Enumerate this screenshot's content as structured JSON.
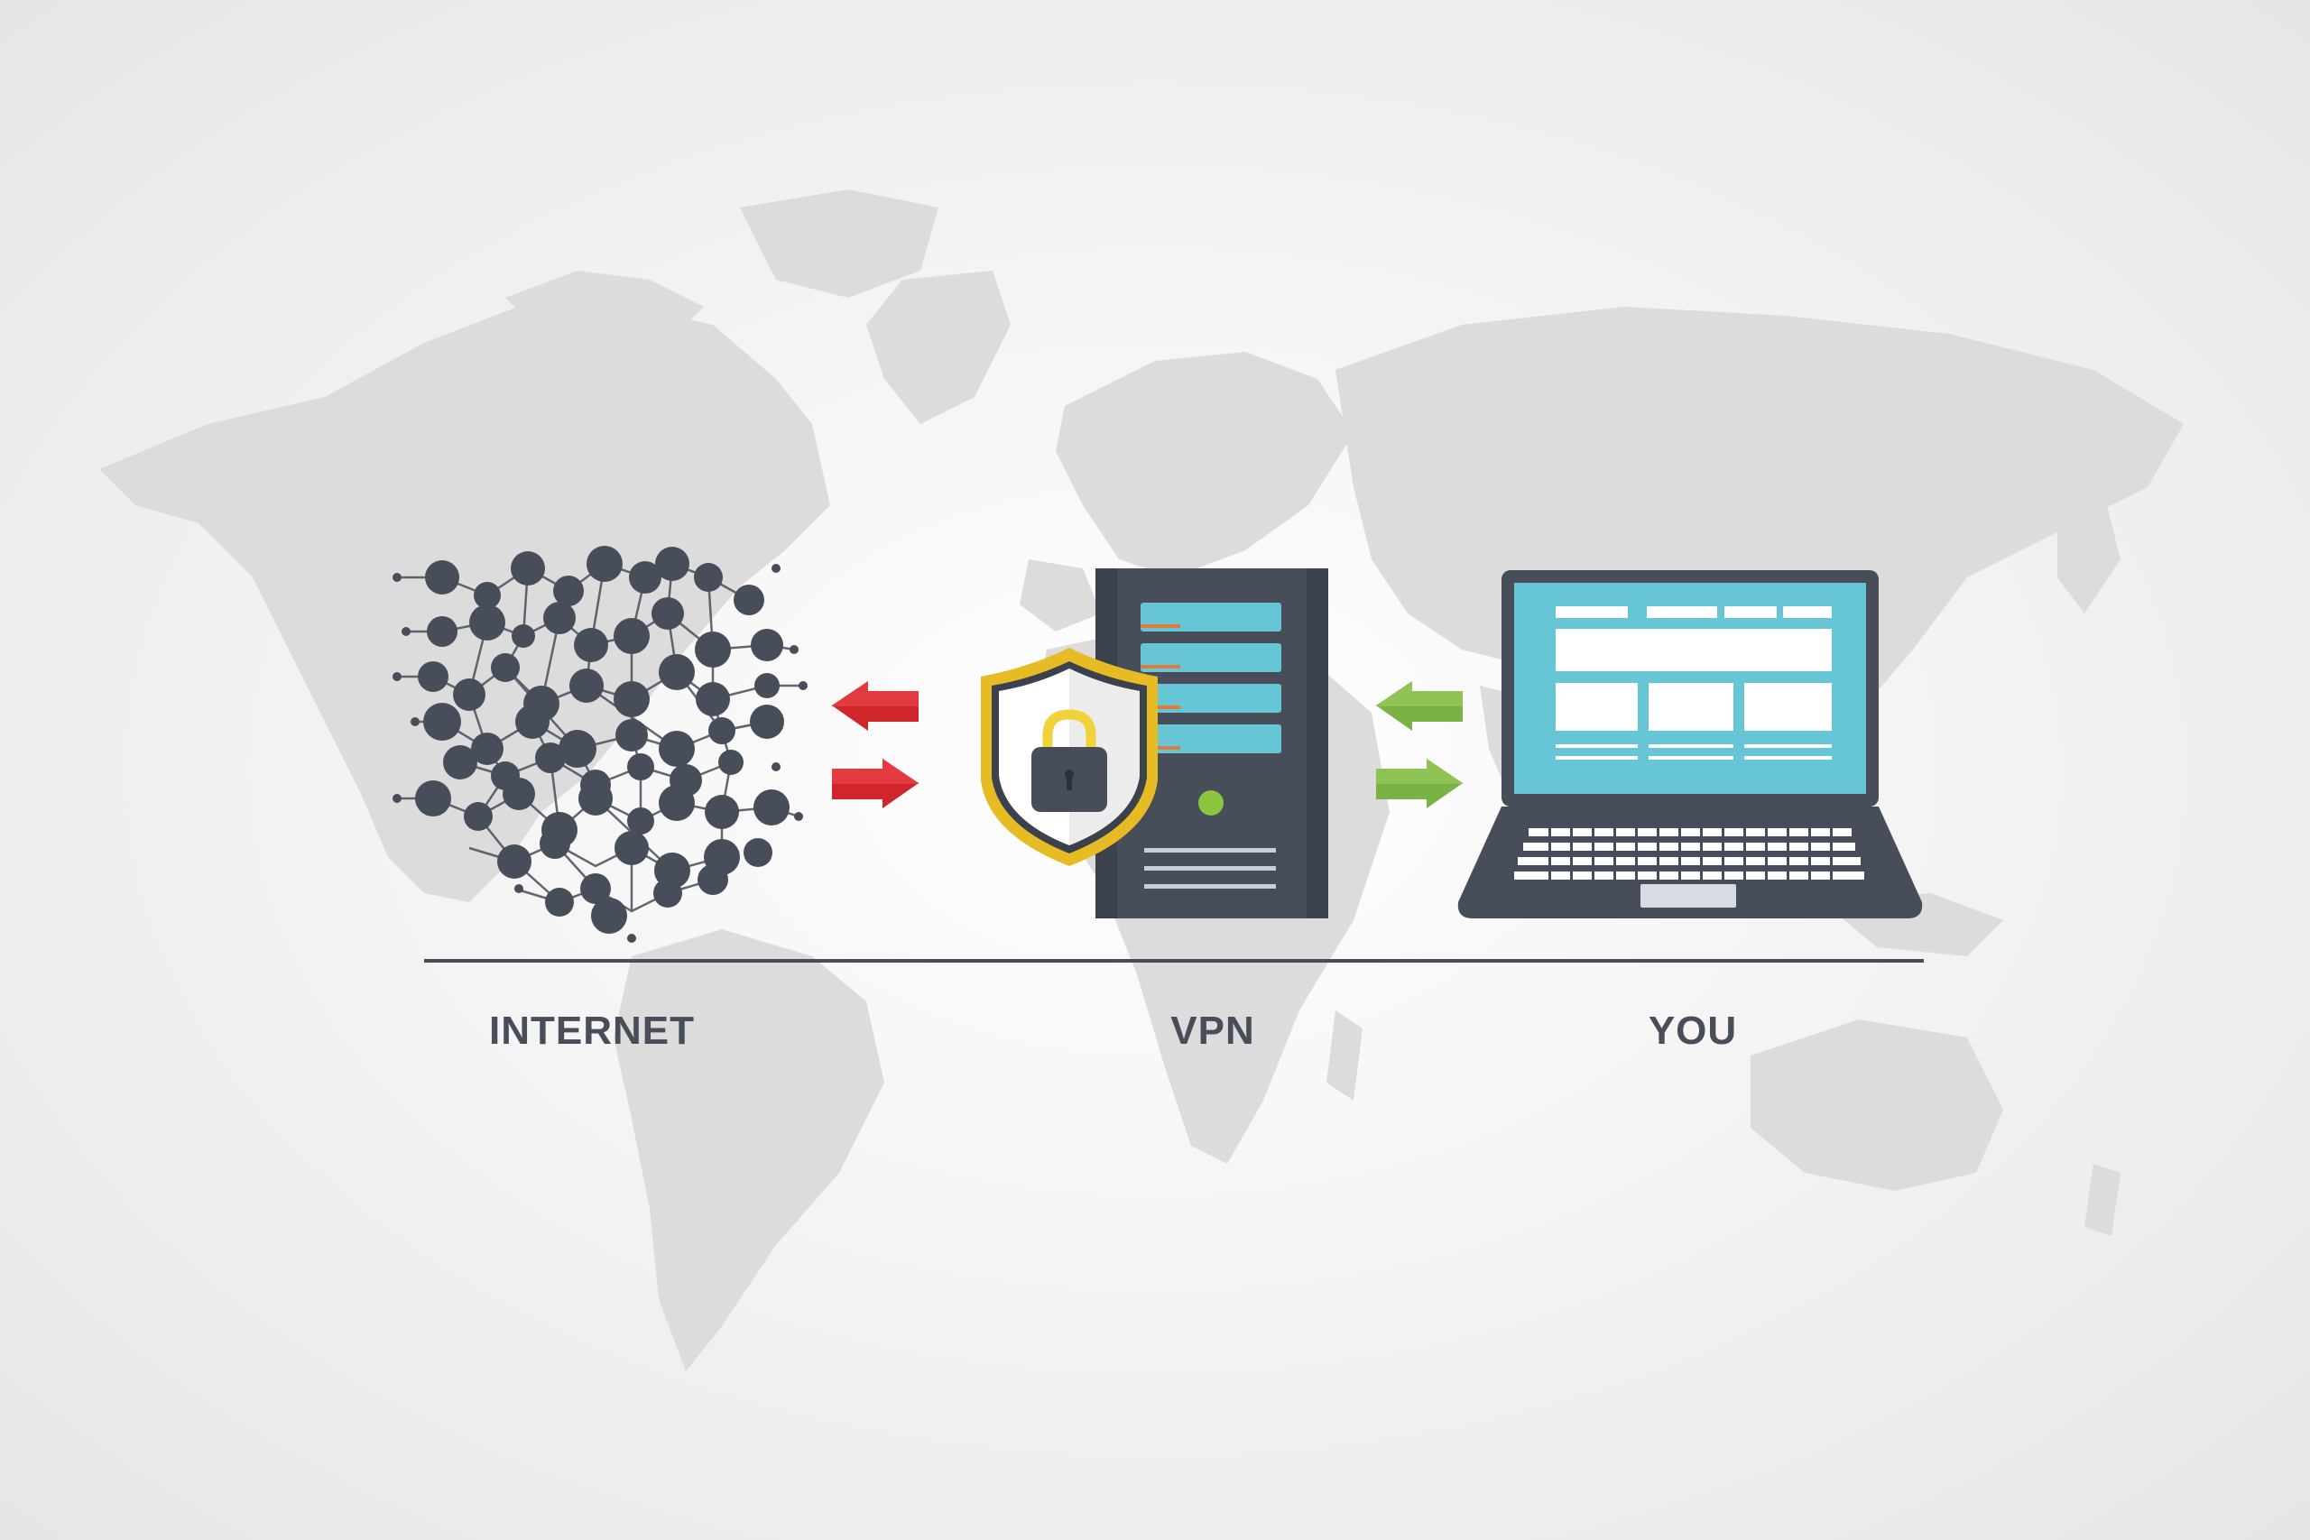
{
  "colors": {
    "dark": "#474e5a",
    "screen": "#66c6d6",
    "red_arrow": "#d0262b",
    "green_arrow": "#7ab343",
    "shield_gold": "#e7bb23",
    "lock_shackle": "#f2d23a",
    "server_accent": "#e07c3a",
    "power_led": "#8cc63f",
    "map_land": "#dcdcdc",
    "text": "#474e5a"
  },
  "nodes": {
    "internet": {
      "label": "INTERNET",
      "icon": "network-cluster-icon"
    },
    "vpn": {
      "label": "VPN",
      "icon": "server-shield-lock-icon"
    },
    "you": {
      "label": "YOU",
      "icon": "laptop-icon"
    }
  },
  "connections": [
    {
      "from": "vpn",
      "to": "internet",
      "icon": "arrow-left-icon",
      "color": "red"
    },
    {
      "from": "internet",
      "to": "vpn",
      "icon": "arrow-right-icon",
      "color": "red"
    },
    {
      "from": "you",
      "to": "vpn",
      "icon": "arrow-left-icon",
      "color": "green"
    },
    {
      "from": "vpn",
      "to": "you",
      "icon": "arrow-right-icon",
      "color": "green"
    }
  ]
}
